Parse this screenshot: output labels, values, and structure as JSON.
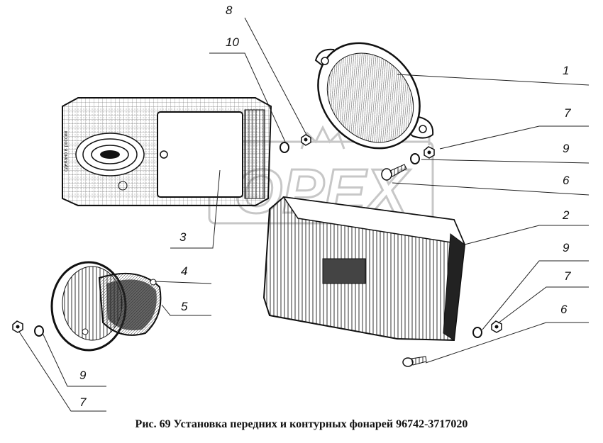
{
  "caption": "Рис. 69 Установка передних и контурных фонарей 96742-3717020",
  "watermark": "OPEX",
  "embossed_text": {
    "made_in": "сделано в россии"
  },
  "callouts": [
    {
      "id": "1",
      "label": "1"
    },
    {
      "id": "2",
      "label": "2"
    },
    {
      "id": "3",
      "label": "3"
    },
    {
      "id": "4",
      "label": "4"
    },
    {
      "id": "5",
      "label": "5"
    },
    {
      "id": "6a",
      "label": "6"
    },
    {
      "id": "6b",
      "label": "6"
    },
    {
      "id": "7a",
      "label": "7"
    },
    {
      "id": "7b",
      "label": "7"
    },
    {
      "id": "7c",
      "label": "7"
    },
    {
      "id": "8",
      "label": "8"
    },
    {
      "id": "9a",
      "label": "9"
    },
    {
      "id": "9b",
      "label": "9"
    },
    {
      "id": "9c",
      "label": "9"
    },
    {
      "id": "10",
      "label": "10"
    }
  ],
  "colors": {
    "ink": "#111111",
    "watermark": "#b0b0b0",
    "lens_dark": "#2a2a2a"
  }
}
